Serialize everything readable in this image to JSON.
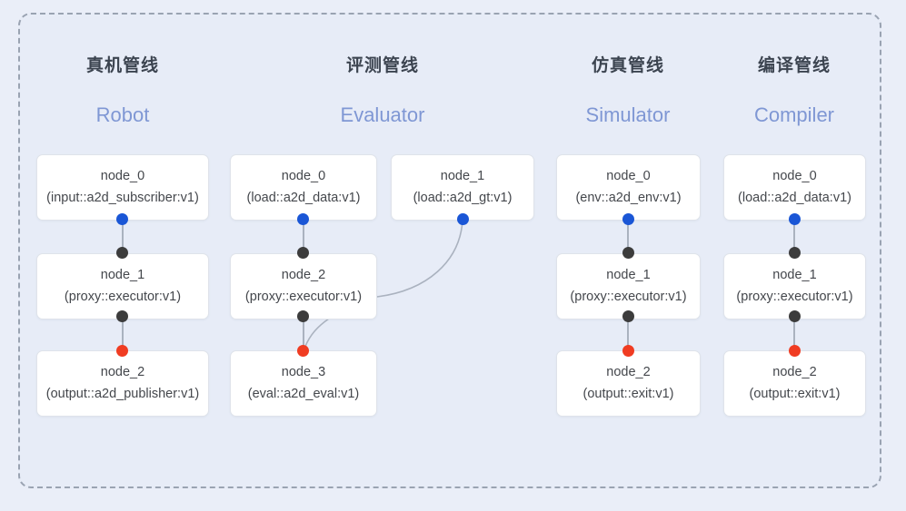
{
  "panel": {
    "background": "#e7ecf7",
    "border_color": "#9aa3b2",
    "outer_background": "#eaeef8"
  },
  "palette": {
    "accent_blue": "#7f97d4",
    "port_input": "#1a56d6",
    "port_mid": "#3c3c3c",
    "port_output": "#f03c22",
    "edge": "#aab2bf",
    "node_text": "#44474c",
    "header_text": "#3c4450"
  },
  "columns": [
    {
      "title_cn": "真机管线",
      "title_en": "Robot",
      "nodes": [
        {
          "name": "node_0",
          "type": "(input::a2d_subscriber:v1)"
        },
        {
          "name": "node_1",
          "type": "(proxy::executor:v1)"
        },
        {
          "name": "node_2",
          "type": "(output::a2d_publisher:v1)"
        }
      ]
    },
    {
      "title_cn": "评测管线",
      "title_en": "Evaluator",
      "nodes": [
        {
          "name": "node_0",
          "type": "(load::a2d_data:v1)"
        },
        {
          "name": "node_1",
          "type": "(load::a2d_gt:v1)"
        },
        {
          "name": "node_2",
          "type": "(proxy::executor:v1)"
        },
        {
          "name": "node_3",
          "type": "(eval::a2d_eval:v1)"
        }
      ]
    },
    {
      "title_cn": "仿真管线",
      "title_en": "Simulator",
      "nodes": [
        {
          "name": "node_0",
          "type": "(env::a2d_env:v1)"
        },
        {
          "name": "node_1",
          "type": "(proxy::executor:v1)"
        },
        {
          "name": "node_2",
          "type": "(output::exit:v1)"
        }
      ]
    },
    {
      "title_cn": "编译管线",
      "title_en": "Compiler",
      "nodes": [
        {
          "name": "node_0",
          "type": "(load::a2d_data:v1)"
        },
        {
          "name": "node_1",
          "type": "(proxy::executor:v1)"
        },
        {
          "name": "node_2",
          "type": "(output::exit:v1)"
        }
      ]
    }
  ]
}
